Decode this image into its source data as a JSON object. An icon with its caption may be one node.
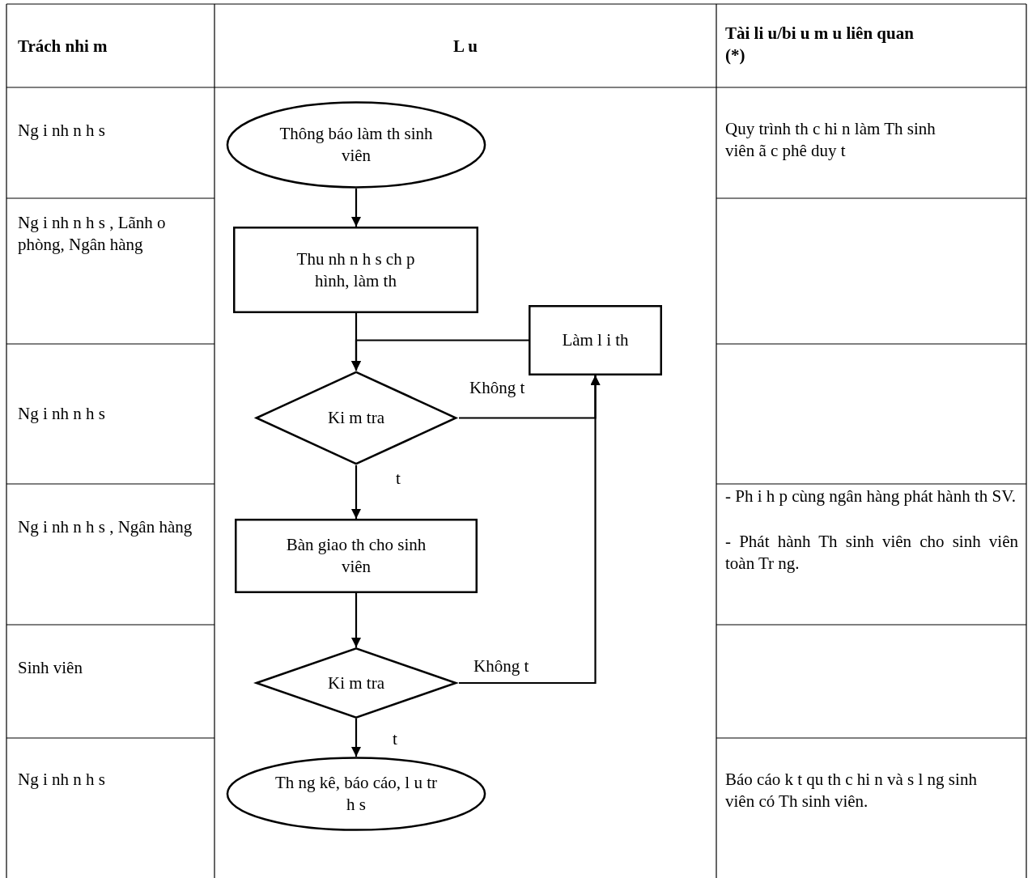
{
  "diagram": {
    "nodes": [
      {
        "text": [
          "Thông báo làm th sinh viên"
        ]
      },
      {
        "text": [
          "Thu nh n h s ch p hình, làm th"
        ]
      },
      {
        "text": [
          "Làm l i th"
        ]
      },
      {
        "text": [
          "Ki m tra"
        ]
      },
      {
        "text": [
          "Bàn giao th cho sinh viên"
        ]
      },
      {
        "text": [
          "Ki m tra"
        ]
      },
      {
        "text": [
          "Th ng kê, báo cáo, l u tr h s"
        ]
      }
    ],
    "edges": [
      {
        "from": 0,
        "to": 1,
        "arrow": "to"
      },
      {
        "from": 1,
        "to": 3,
        "arrow": "to"
      },
      {
        "from": 2,
        "to": 3,
        "arrow": "to"
      },
      {
        "from": 3,
        "to": 2,
        "arrow": "to",
        "label": "Không t"
      },
      {
        "from": 3,
        "to": 4,
        "arrow": "to",
        "label": "t"
      },
      {
        "from": 4,
        "to": 5,
        "arrow": "to"
      },
      {
        "from": 5,
        "to": 2,
        "arrow": "to",
        "label": "Không t"
      },
      {
        "from": 5,
        "to": 6,
        "arrow": "to",
        "label": "t"
      }
    ],
    "labels": [
      "Trách nhi m",
      "L u",
      "Tài li u/bi u m u liên quan (*)",
      "Ng i nh n h s",
      "Quy trình th c hi n làm Th sinh viên ã c phê duy t",
      "Ng i nh n h s , Lãnh o phòng, Ngân hàng",
      "Ng i nh n h s",
      "Ng i nh n h s , Ngân hàng",
      "- Ph i h p cùng ngân hàng phát hành th SV.",
      "- Phát hành Th sinh viên cho sinh viên toàn Tr ng.",
      "Sinh viên",
      "Ng i nh n h s",
      "Báo cáo k t qu th c hi n và s l ng sinh viên có Th sinh viên."
    ]
  }
}
